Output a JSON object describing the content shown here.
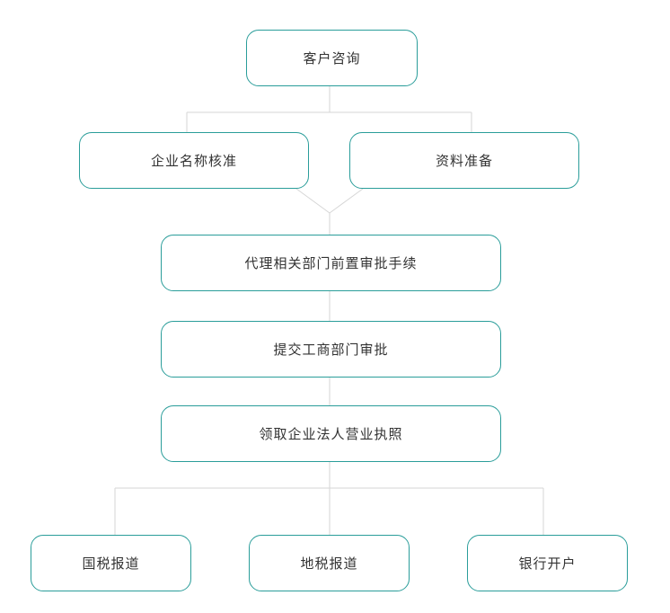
{
  "flowchart": {
    "start": "客户咨询",
    "parallel_steps": [
      "企业名称核准",
      "资料准备"
    ],
    "steps": [
      "代理相关部门前置审批手续",
      "提交工商部门审批",
      "领取企业法人营业执照"
    ],
    "final_steps": [
      "国税报道",
      "地税报道",
      "银行开户"
    ]
  },
  "colors": {
    "border": "#2a9d9a",
    "connector": "#d6d6d6",
    "text": "#333333"
  }
}
